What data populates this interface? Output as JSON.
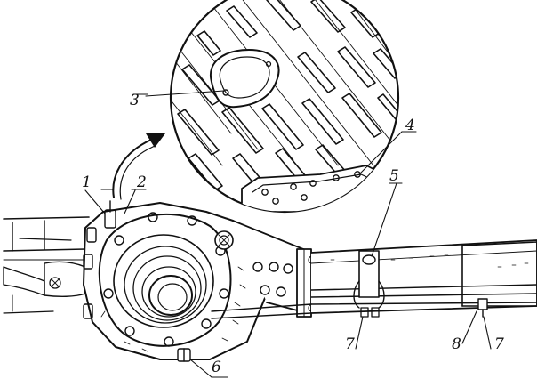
{
  "callouts": {
    "c1": "1",
    "c2": "2",
    "c3": "3",
    "c4": "4",
    "c5": "5",
    "c6": "6",
    "c7a": "7",
    "c7b": "7",
    "c8": "8"
  },
  "colors": {
    "ink": "#111111",
    "paper": "#ffffff"
  }
}
